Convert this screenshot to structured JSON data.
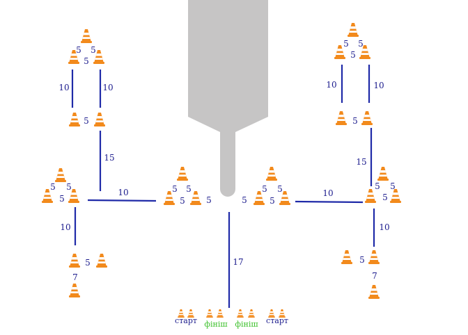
{
  "colors": {
    "line": "#1f2aa8",
    "label": "#1a1a8c",
    "start": "#1a1a8c",
    "finish": "#3cc02a",
    "hoop": "#c6c5c5",
    "cone": "#f28a1c",
    "cone_stripe": "#ffffff"
  },
  "icon": "traffic-cone-icon",
  "labels": {
    "start": "старт",
    "finish": "фініш"
  },
  "distances": {
    "d5": "5",
    "d7": "7",
    "d10": "10",
    "d15": "15",
    "d17": "17"
  }
}
